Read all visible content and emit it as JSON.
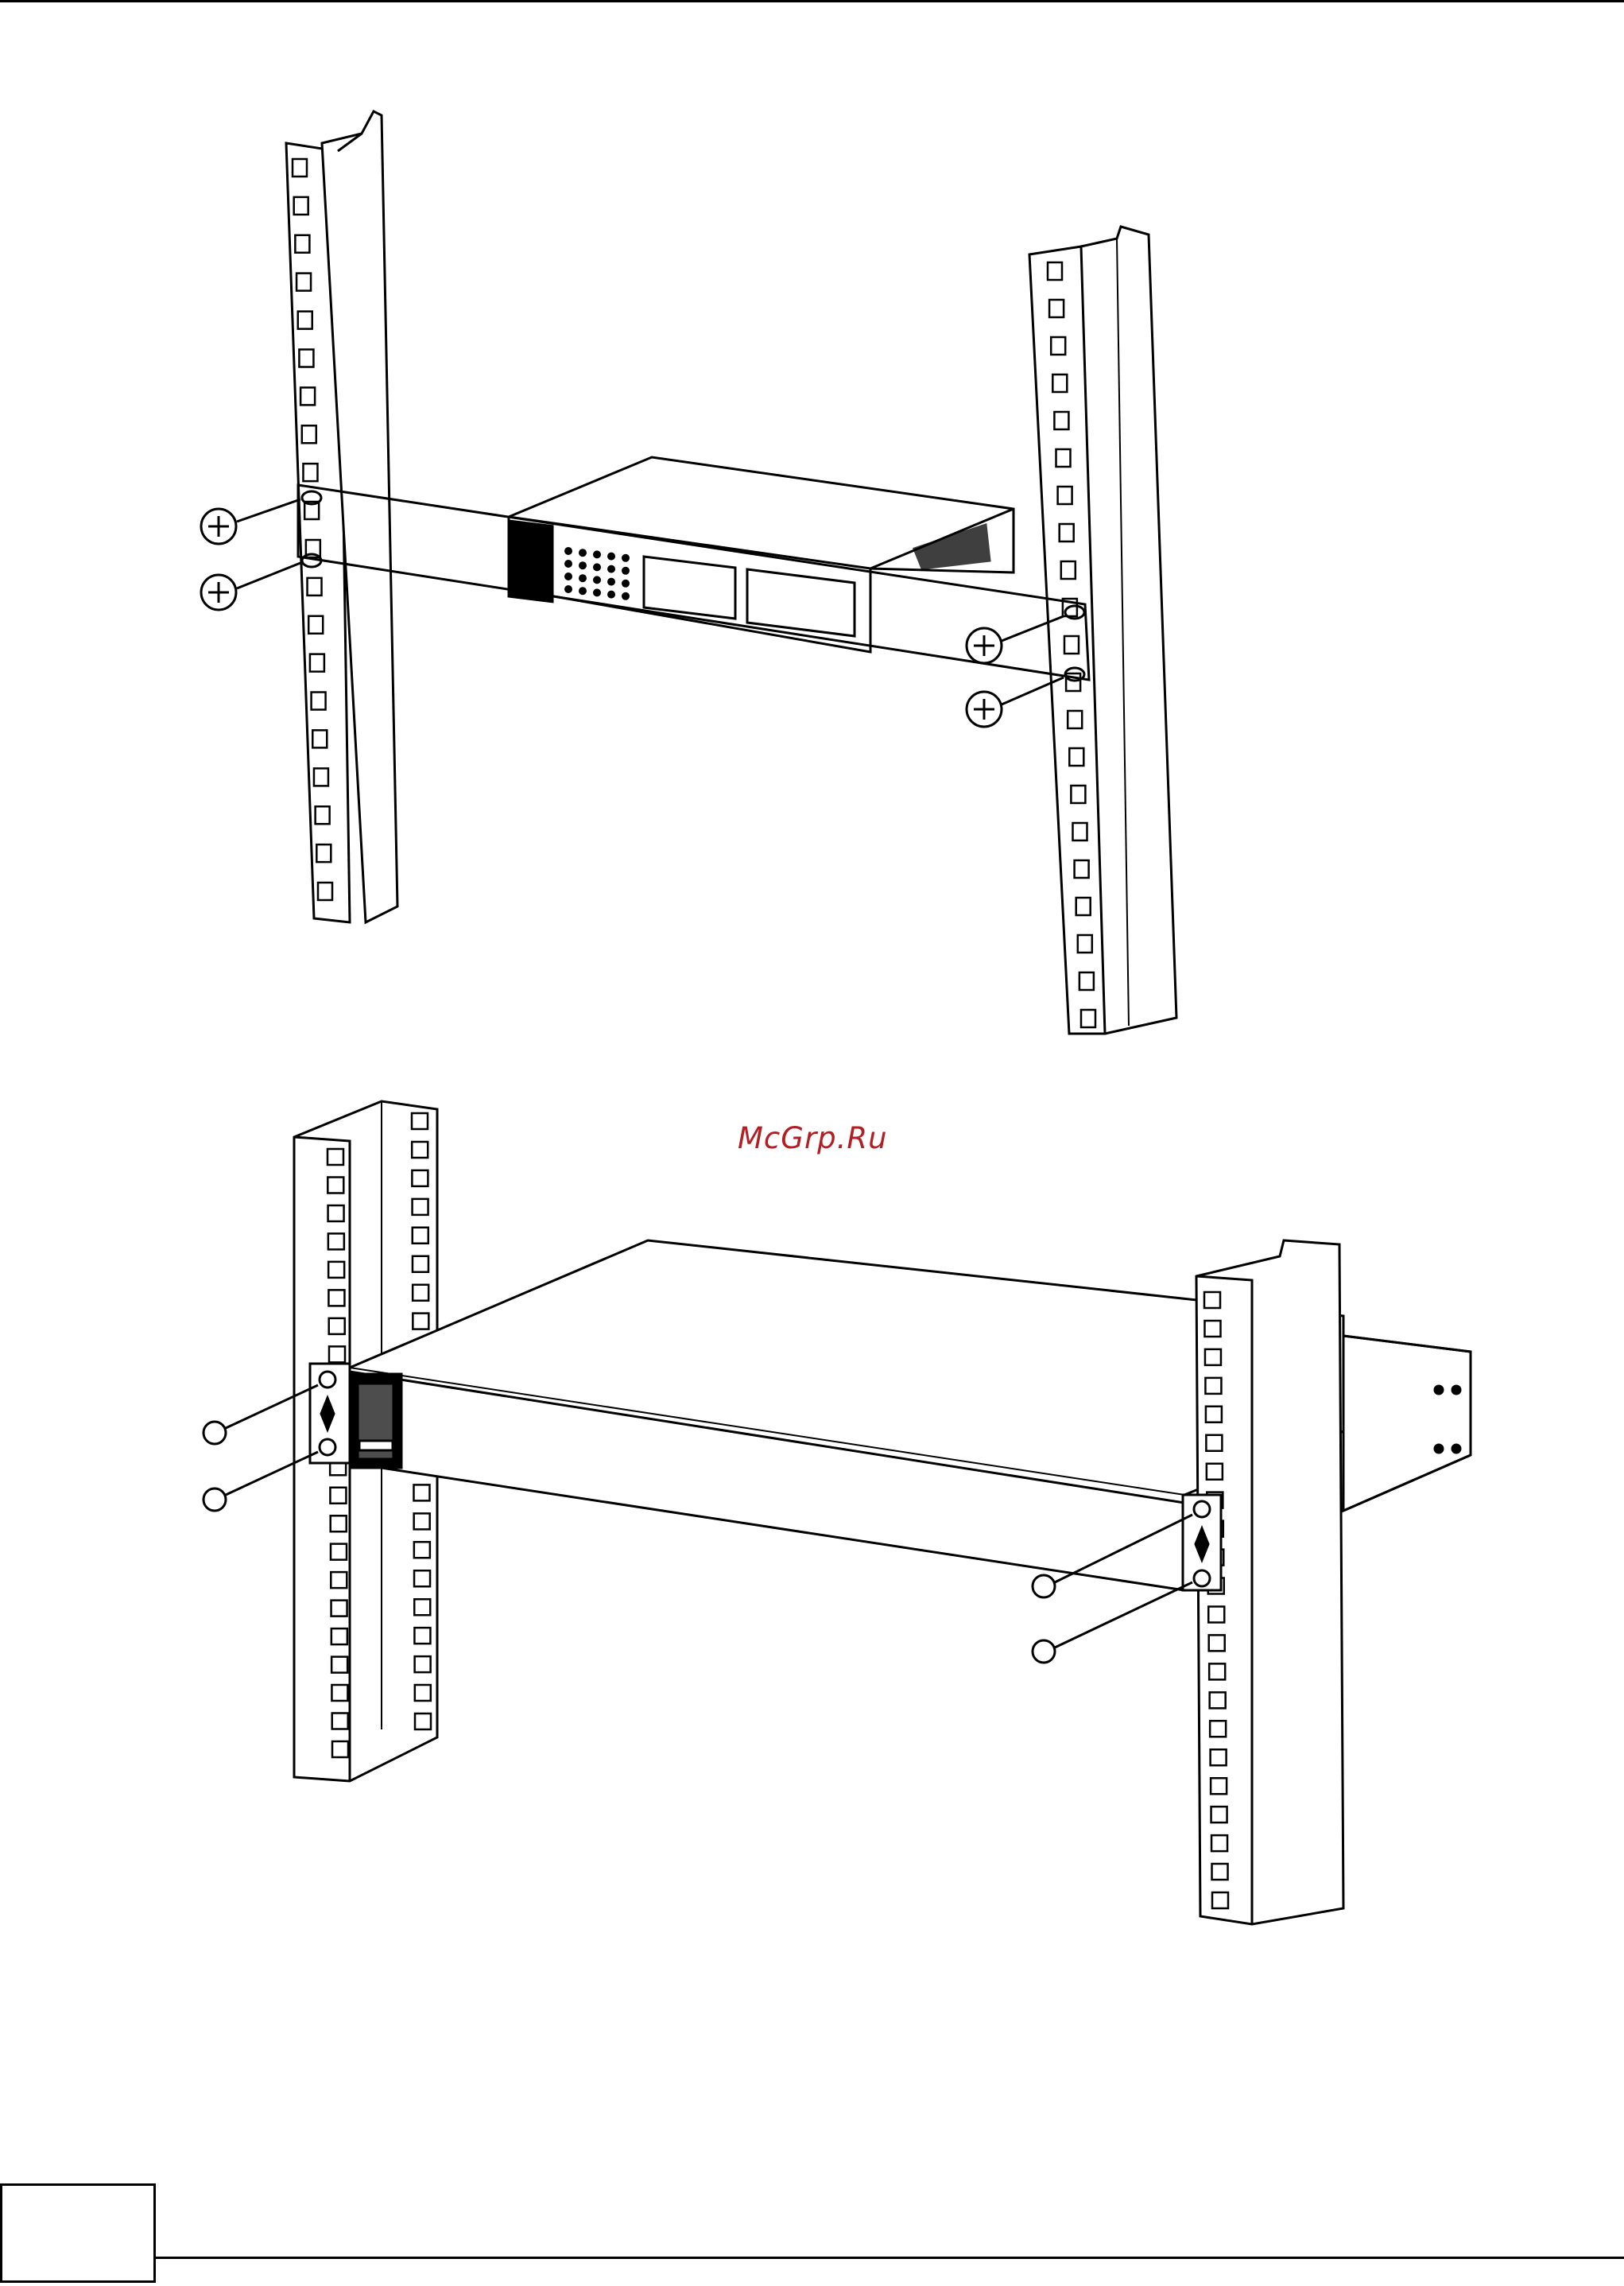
{
  "watermark": {
    "text": "McGrp.Ru"
  },
  "footer": {
    "page_number": ""
  },
  "figures": [
    {
      "icon": "rack-mount-with-brackets-illustration"
    },
    {
      "icon": "rack-mount-device-illustration"
    }
  ]
}
